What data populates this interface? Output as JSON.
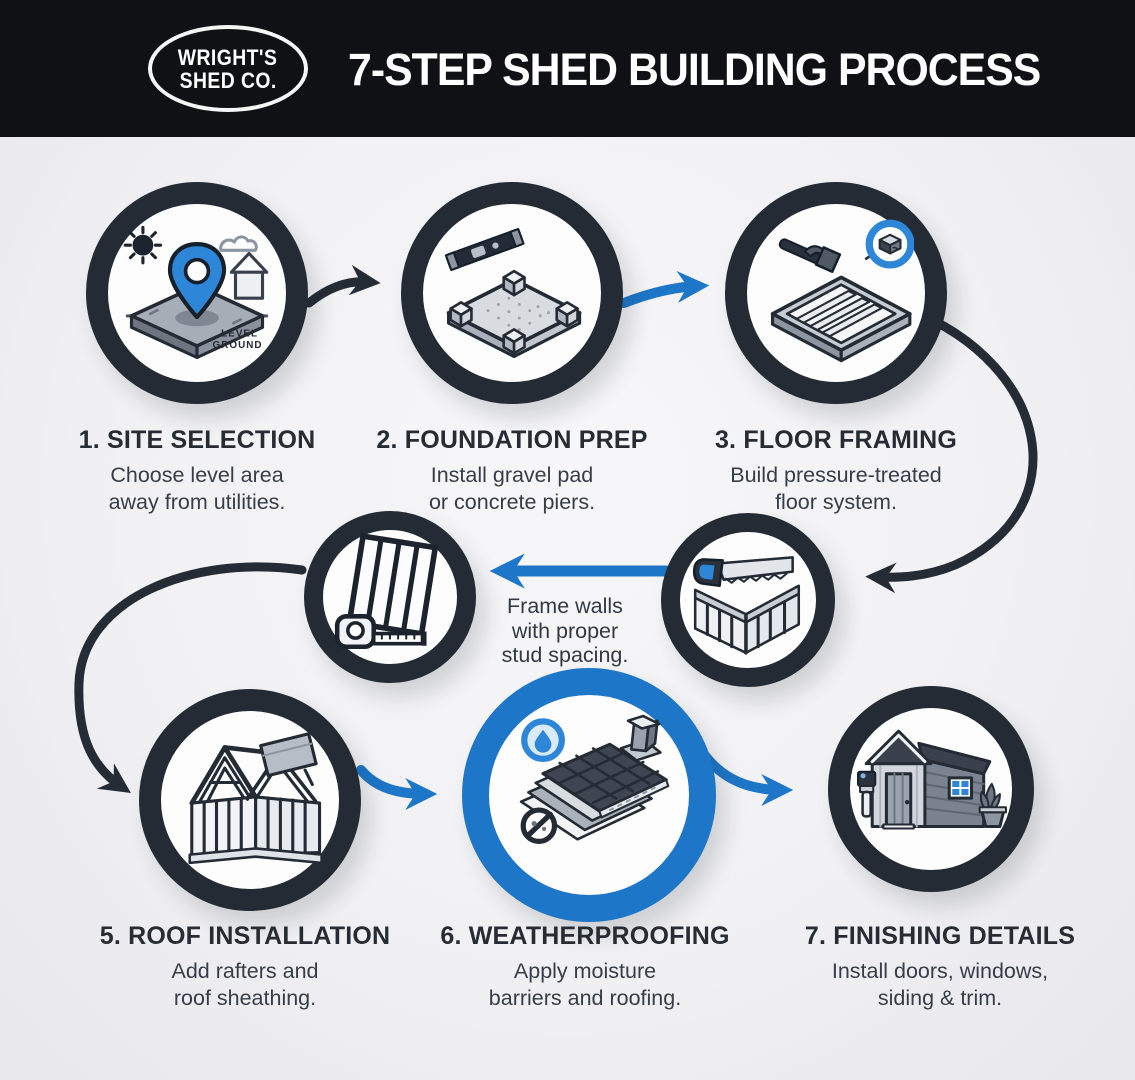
{
  "header": {
    "logo": {
      "line1": "WRIGHT'S",
      "line2": "SHED CO."
    },
    "title": "7-STEP SHED BUILDING PROCESS"
  },
  "steps": [
    {
      "title": "1. SITE SELECTION",
      "desc": [
        "Choose level area",
        "away from utilities."
      ]
    },
    {
      "title": "2. FOUNDATION PREP",
      "desc": [
        "Install gravel pad",
        "or concrete piers."
      ]
    },
    {
      "title": "3. FLOOR FRAMING",
      "desc": [
        "Build pressure-treated",
        "floor system."
      ]
    },
    {
      "title": "",
      "desc": [
        "Frame walls",
        "with proper",
        "stud spacing."
      ]
    },
    {
      "title": "5. ROOF INSTALLATION",
      "desc": [
        "Add rafters and",
        "roof sheathing."
      ]
    },
    {
      "title": "6. WEATHERPROOFING",
      "desc": [
        "Apply moisture",
        "barriers and roofing."
      ]
    },
    {
      "title": "7. FINISHING DETAILS",
      "desc": [
        "Install doors, windows,",
        "siding & trim."
      ]
    }
  ],
  "icon_labels": {
    "level": "LEVEL",
    "ground": "GROUND"
  },
  "colors": {
    "header_bg": "#101114",
    "ring_dark": "#242b35",
    "accent_blue": "#1e76c8",
    "background": "#f1f1f4",
    "title_text": "#262b34",
    "body_text": "#373d48"
  }
}
